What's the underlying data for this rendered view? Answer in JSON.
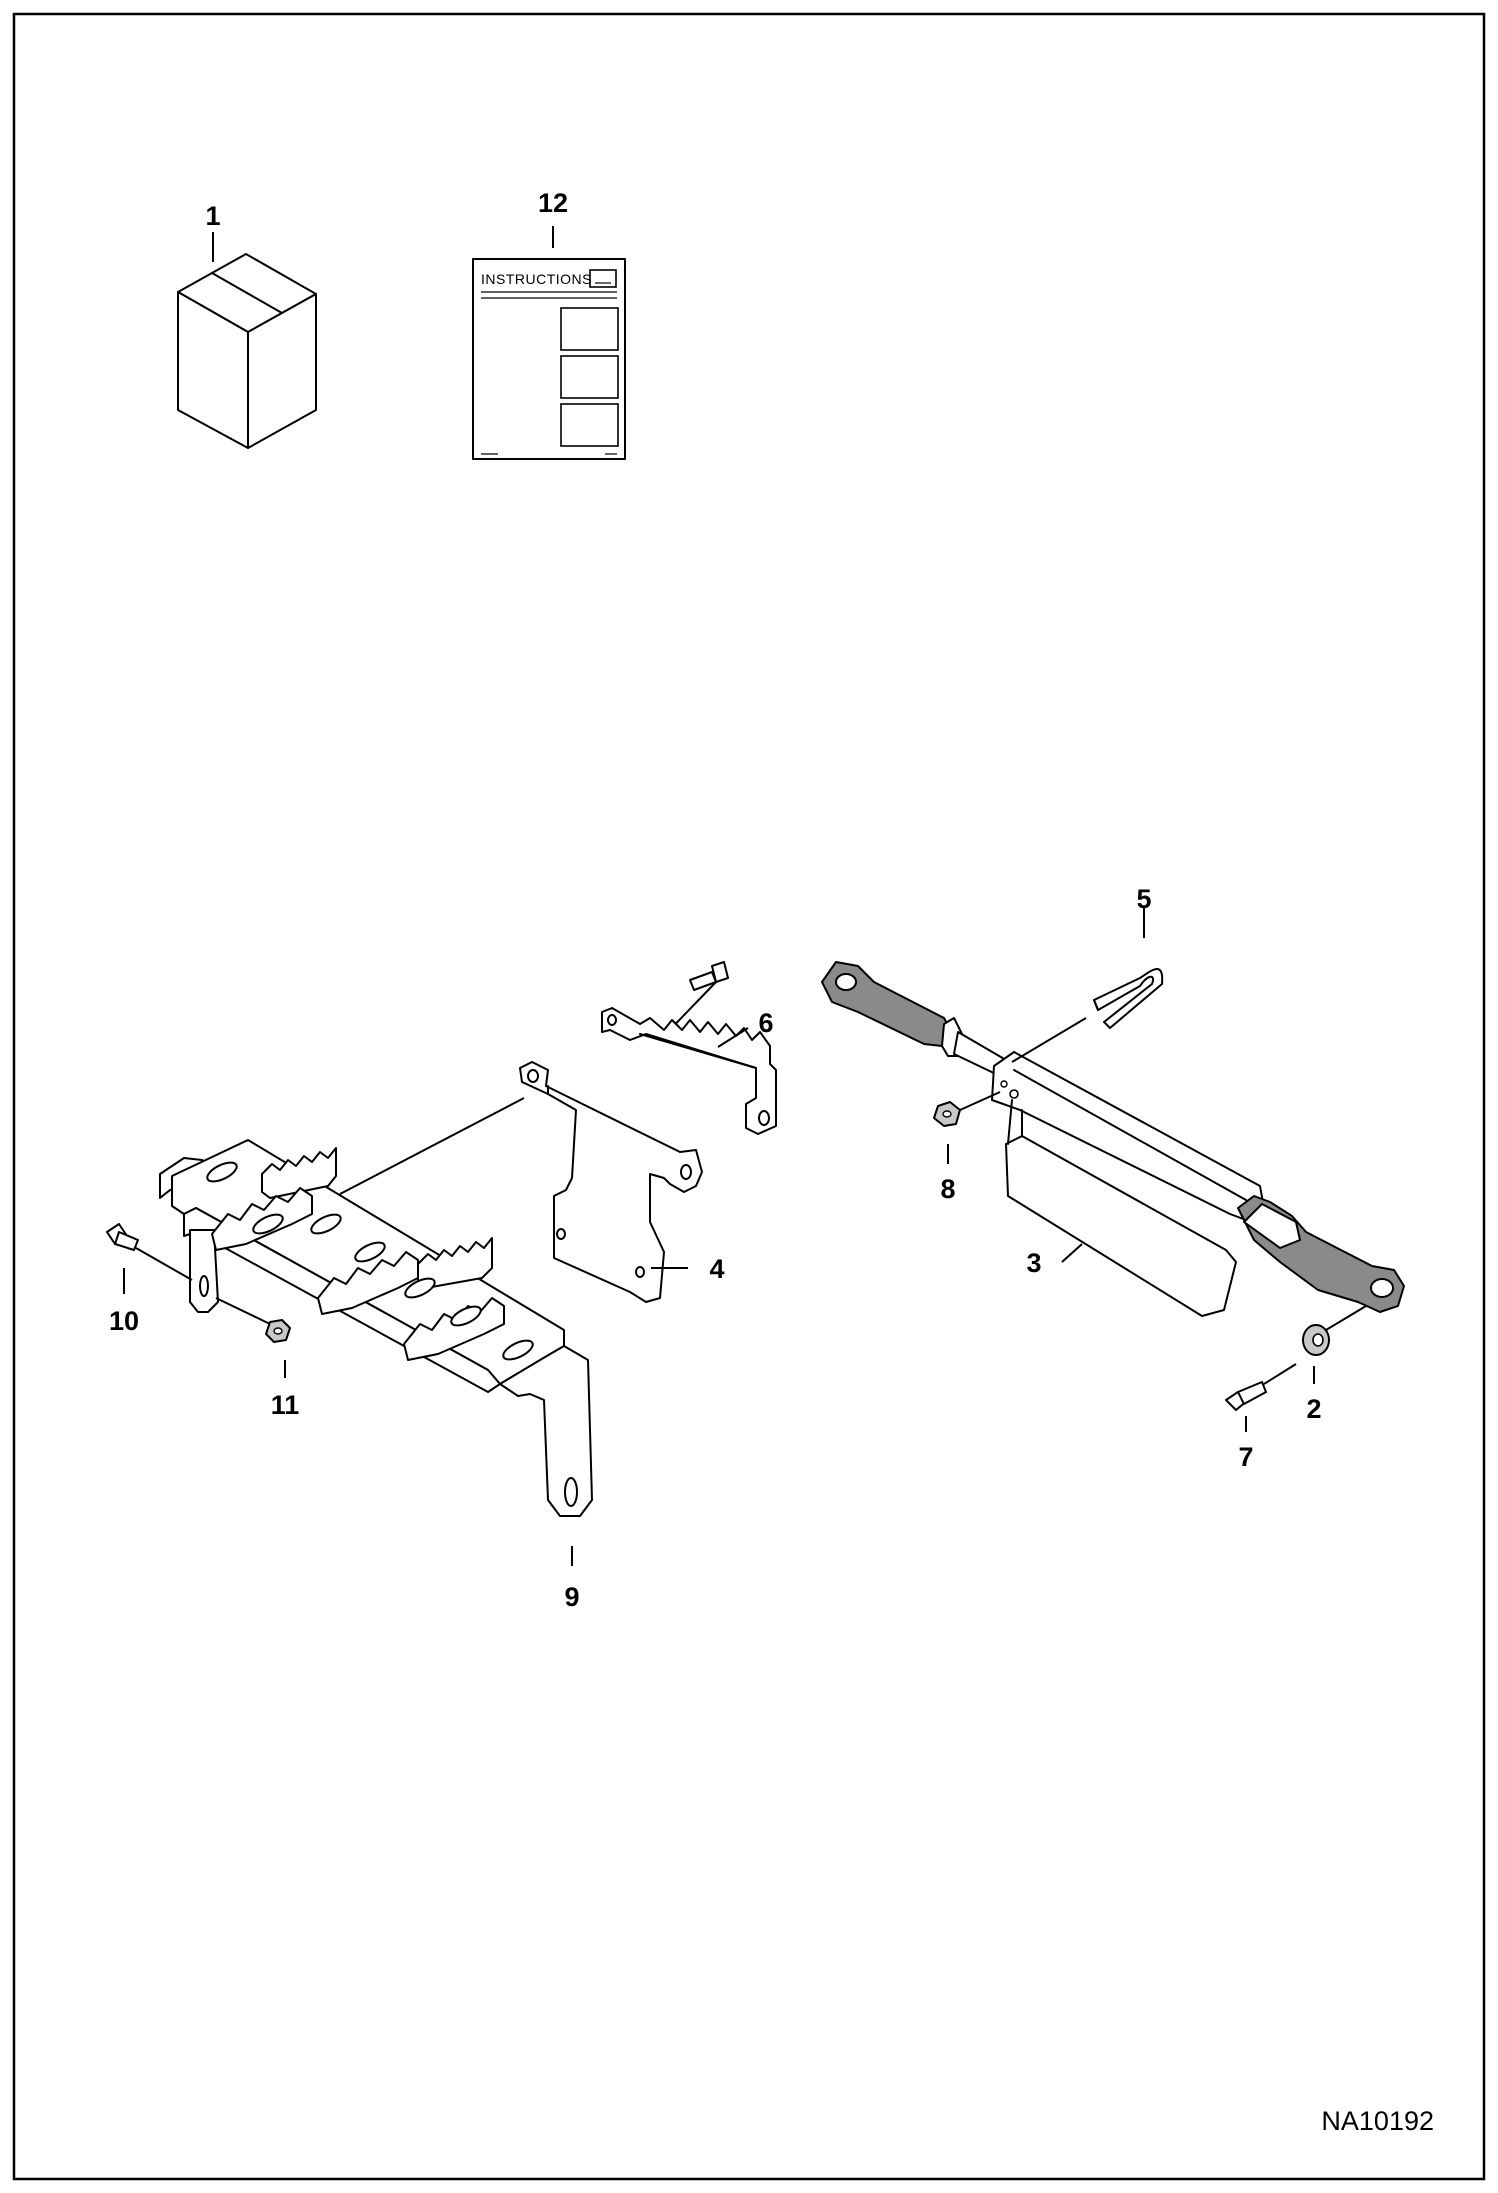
{
  "drawing_code": "NA10192",
  "instruction_sheet_title": "INSTRUCTIONS",
  "callouts": {
    "box": "1",
    "washer": "2",
    "deflector": "3",
    "plate": "4",
    "hook_pin": "5",
    "upper_bracket": "6",
    "bolt_lower_right": "7",
    "nut_right": "8",
    "step_bracket": "9",
    "bolt_left": "10",
    "nut_left": "11",
    "instructions": "12"
  }
}
